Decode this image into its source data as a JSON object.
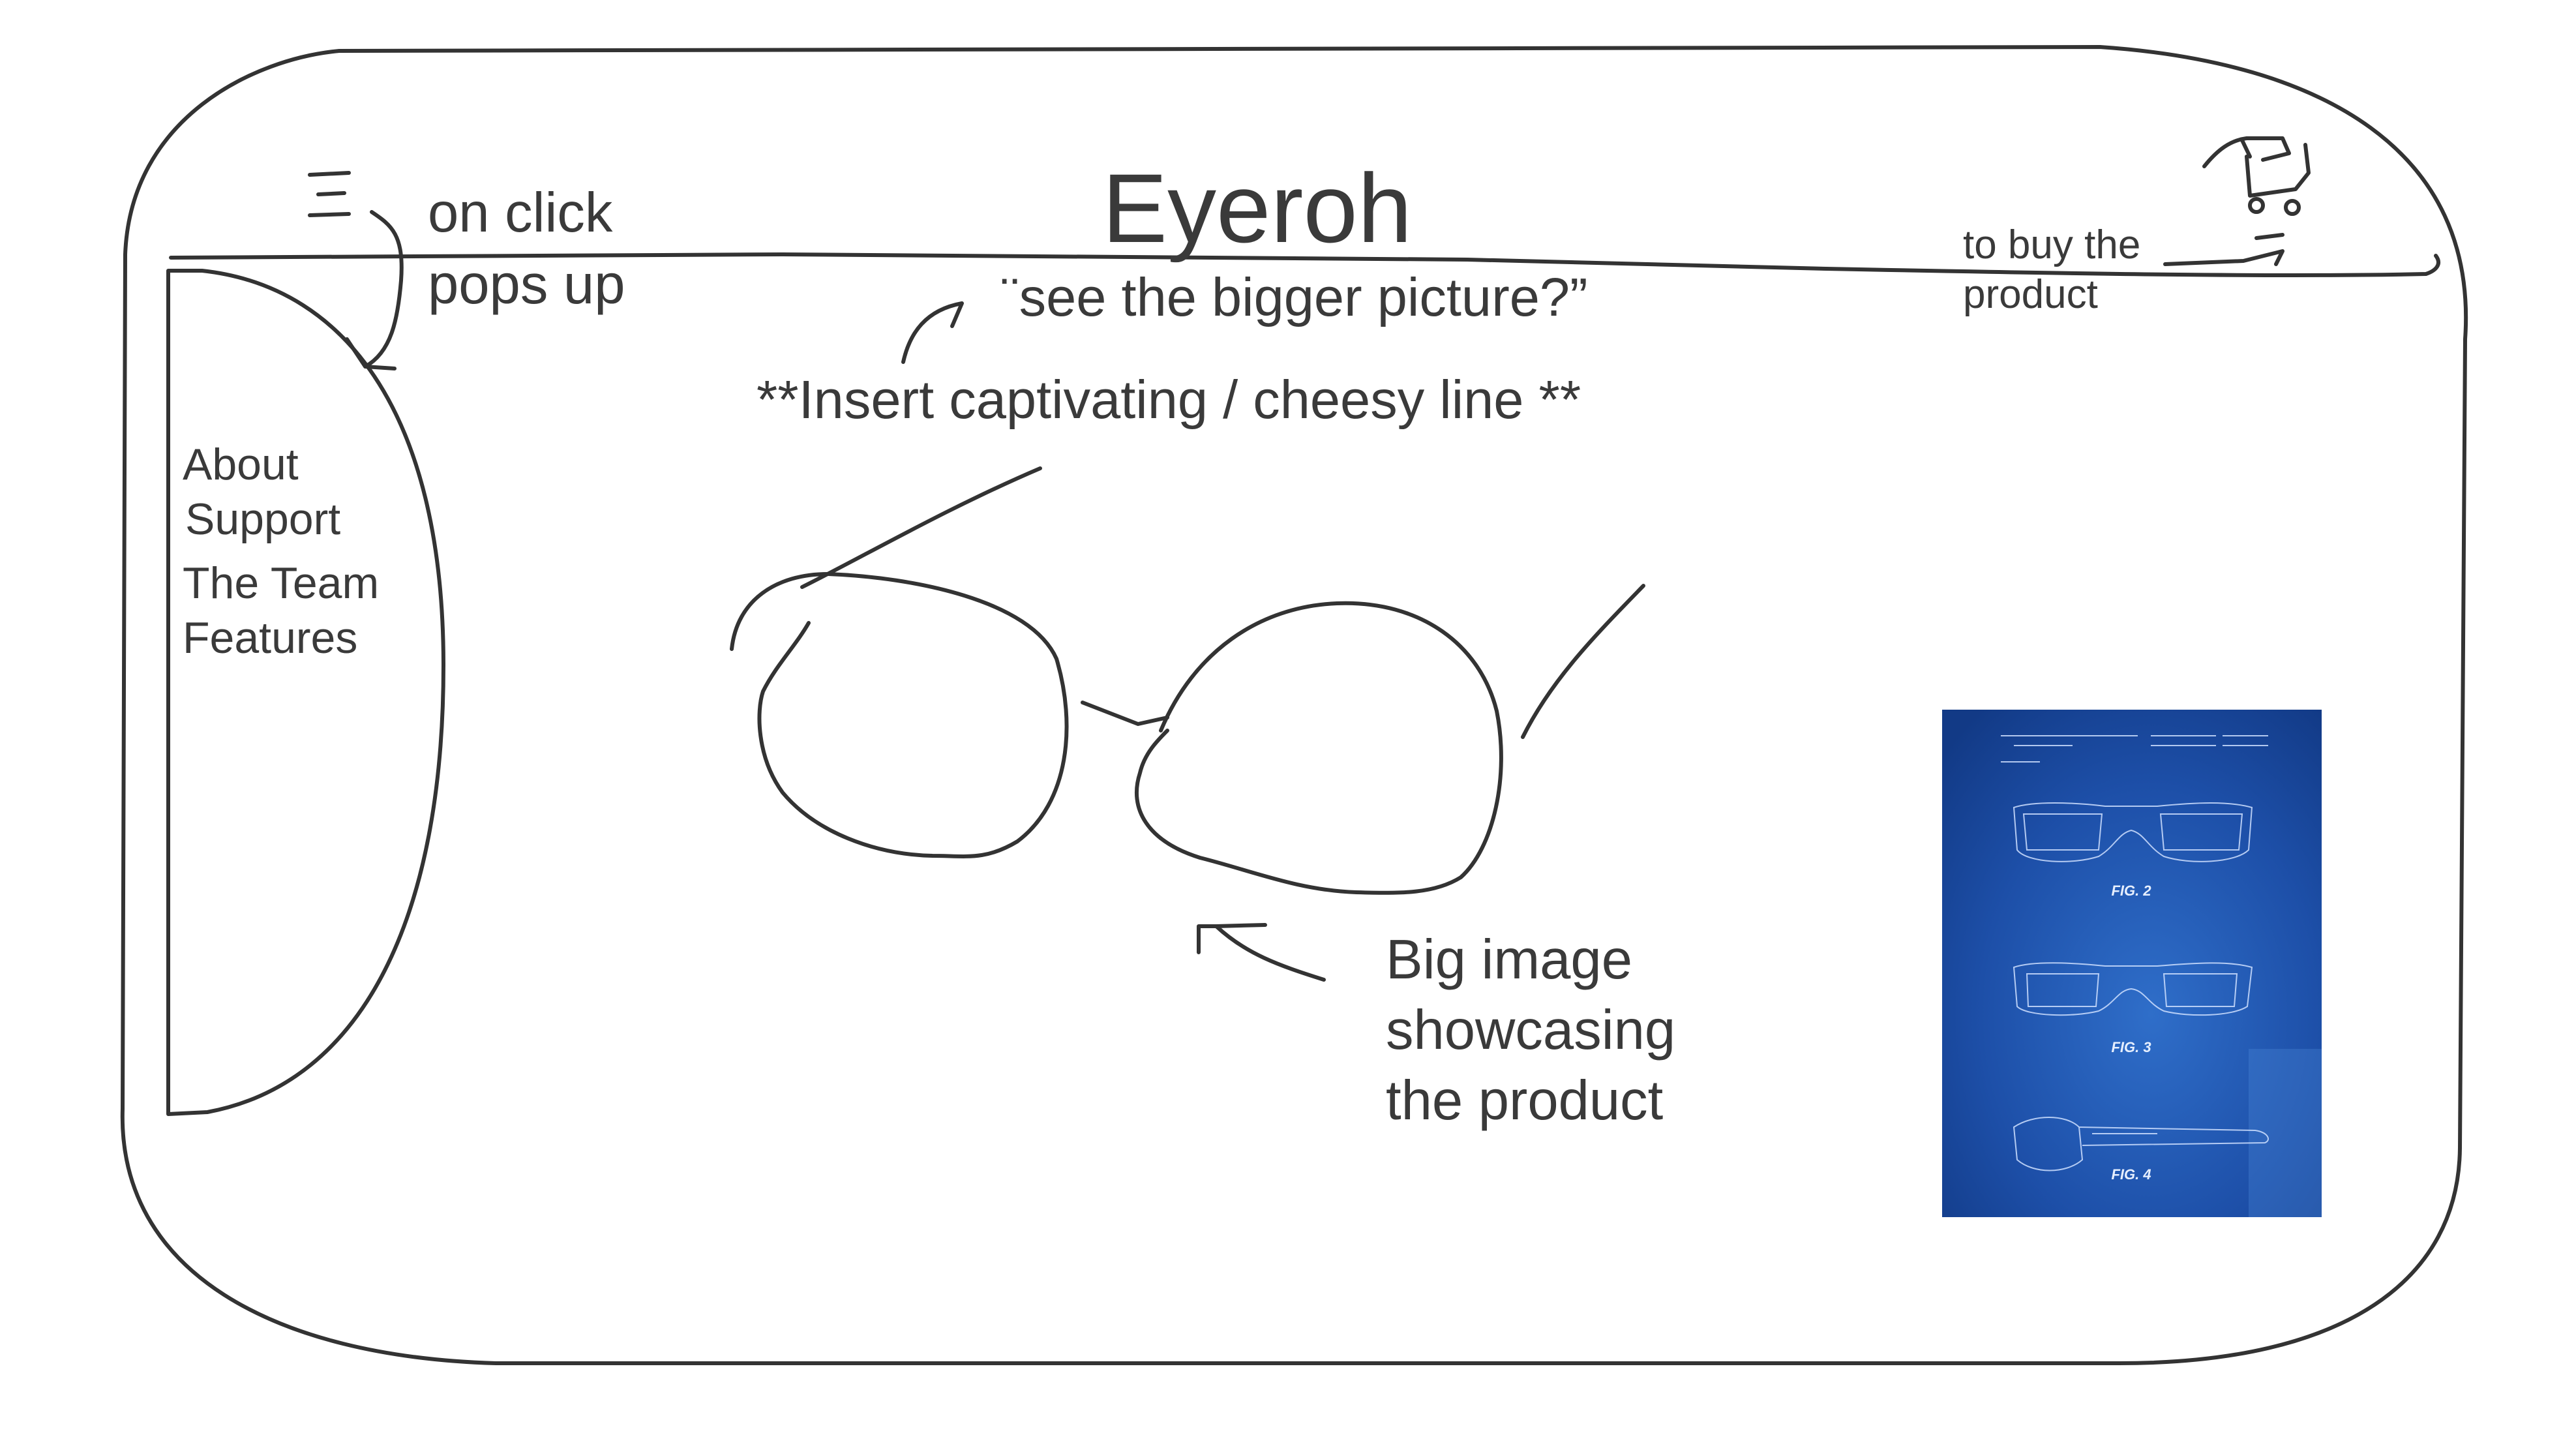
{
  "header": {
    "brand": "Eyeroh",
    "menu_icon": "hamburger-menu-icon",
    "cart_icon": "shopping-cart-icon",
    "annotation_menu": "on click\npops up",
    "annotation_cart": "to buy the\nproduct"
  },
  "hero": {
    "tagline": "¨see the bigger picture?”",
    "headline": "**Insert captivating / cheesy line **",
    "annotation_image": "Big image\nshowcasing\nthe product"
  },
  "sidebar": {
    "items": [
      {
        "label": "About"
      },
      {
        "label": "Support"
      },
      {
        "label": "The Team"
      },
      {
        "label": "Features"
      }
    ]
  },
  "blueprint": {
    "figures": [
      "FIG. 2",
      "FIG. 3",
      "FIG. 4"
    ],
    "color": "#1d4fa8"
  }
}
